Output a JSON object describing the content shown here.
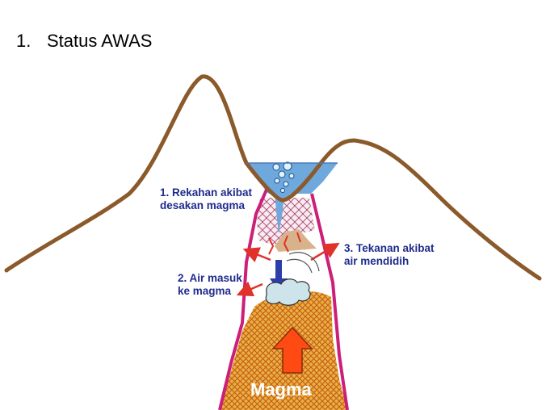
{
  "title": {
    "number": "1.",
    "text": "Status AWAS"
  },
  "labels": {
    "rekahan": [
      "1. Rekahan akibat",
      "desakan magma"
    ],
    "air_masuk": [
      "2. Air masuk",
      "ke magma"
    ],
    "tekanan": [
      "3. Tekanan akibat",
      "air mendidih"
    ],
    "magma": "Magma"
  },
  "colors": {
    "mountain": "#8b5a2b",
    "conduit": "#cc1f7a",
    "magma_fill": "#e8b040",
    "magma_hatch": "#c45a18",
    "lake": "#6fa8dc",
    "label_text": "#1f2b8c",
    "crack_red": "#e0312b",
    "arrow_blue": "#2e3ea8",
    "steam_cloud": "#cde4ea",
    "magma_arrow": "#ff4a14",
    "magma_label_text": "#ffffff"
  }
}
